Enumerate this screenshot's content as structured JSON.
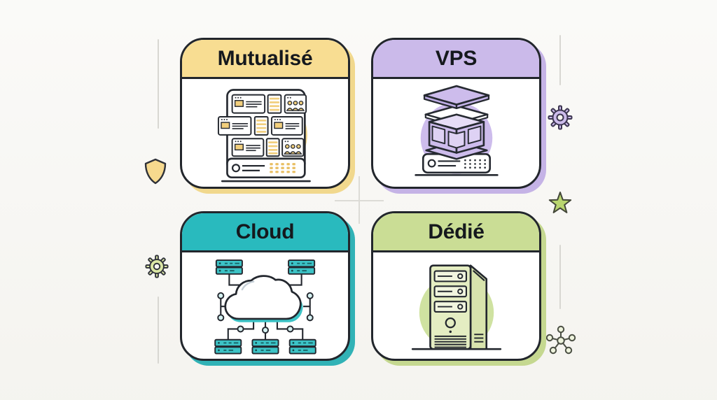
{
  "page": {
    "background": "#f6f5f1",
    "outline_color": "#22262c",
    "title_color": "#15181d"
  },
  "cards": [
    {
      "id": "mutualise",
      "label": "Mutualisé",
      "icon": "shared-hosting-icon",
      "colors": {
        "header": "#f8dd92",
        "shadow": "#f1d88d",
        "accent": "#f5d98c"
      }
    },
    {
      "id": "vps",
      "label": "VPS",
      "icon": "virtualization-stack-icon",
      "colors": {
        "header": "#cbbaea",
        "shadow": "#c5b3e6",
        "accent": "#cdbcec"
      }
    },
    {
      "id": "cloud",
      "label": "Cloud",
      "icon": "cloud-network-icon",
      "colors": {
        "header": "#29babe",
        "shadow": "#31b2b6",
        "accent": "#3cc3c6"
      }
    },
    {
      "id": "dedie",
      "label": "Dédié",
      "icon": "dedicated-server-icon",
      "colors": {
        "header": "#cadd95",
        "shadow": "#c5d890",
        "accent": "#cfe2a1"
      }
    }
  ],
  "decorations": {
    "left": [
      {
        "icon": "shield-icon",
        "color": "#f6d98e"
      },
      {
        "icon": "gear-icon",
        "color": "#dbe7a5"
      }
    ],
    "right": [
      {
        "icon": "gear-icon",
        "color": "#cdbcec"
      },
      {
        "icon": "star-icon",
        "color": "#b9d66f"
      },
      {
        "icon": "network-nodes-icon",
        "color": "#eef3dd"
      }
    ],
    "divider_line_color": "#d8d7d2",
    "center_cross_color": "#dcdbd6"
  }
}
